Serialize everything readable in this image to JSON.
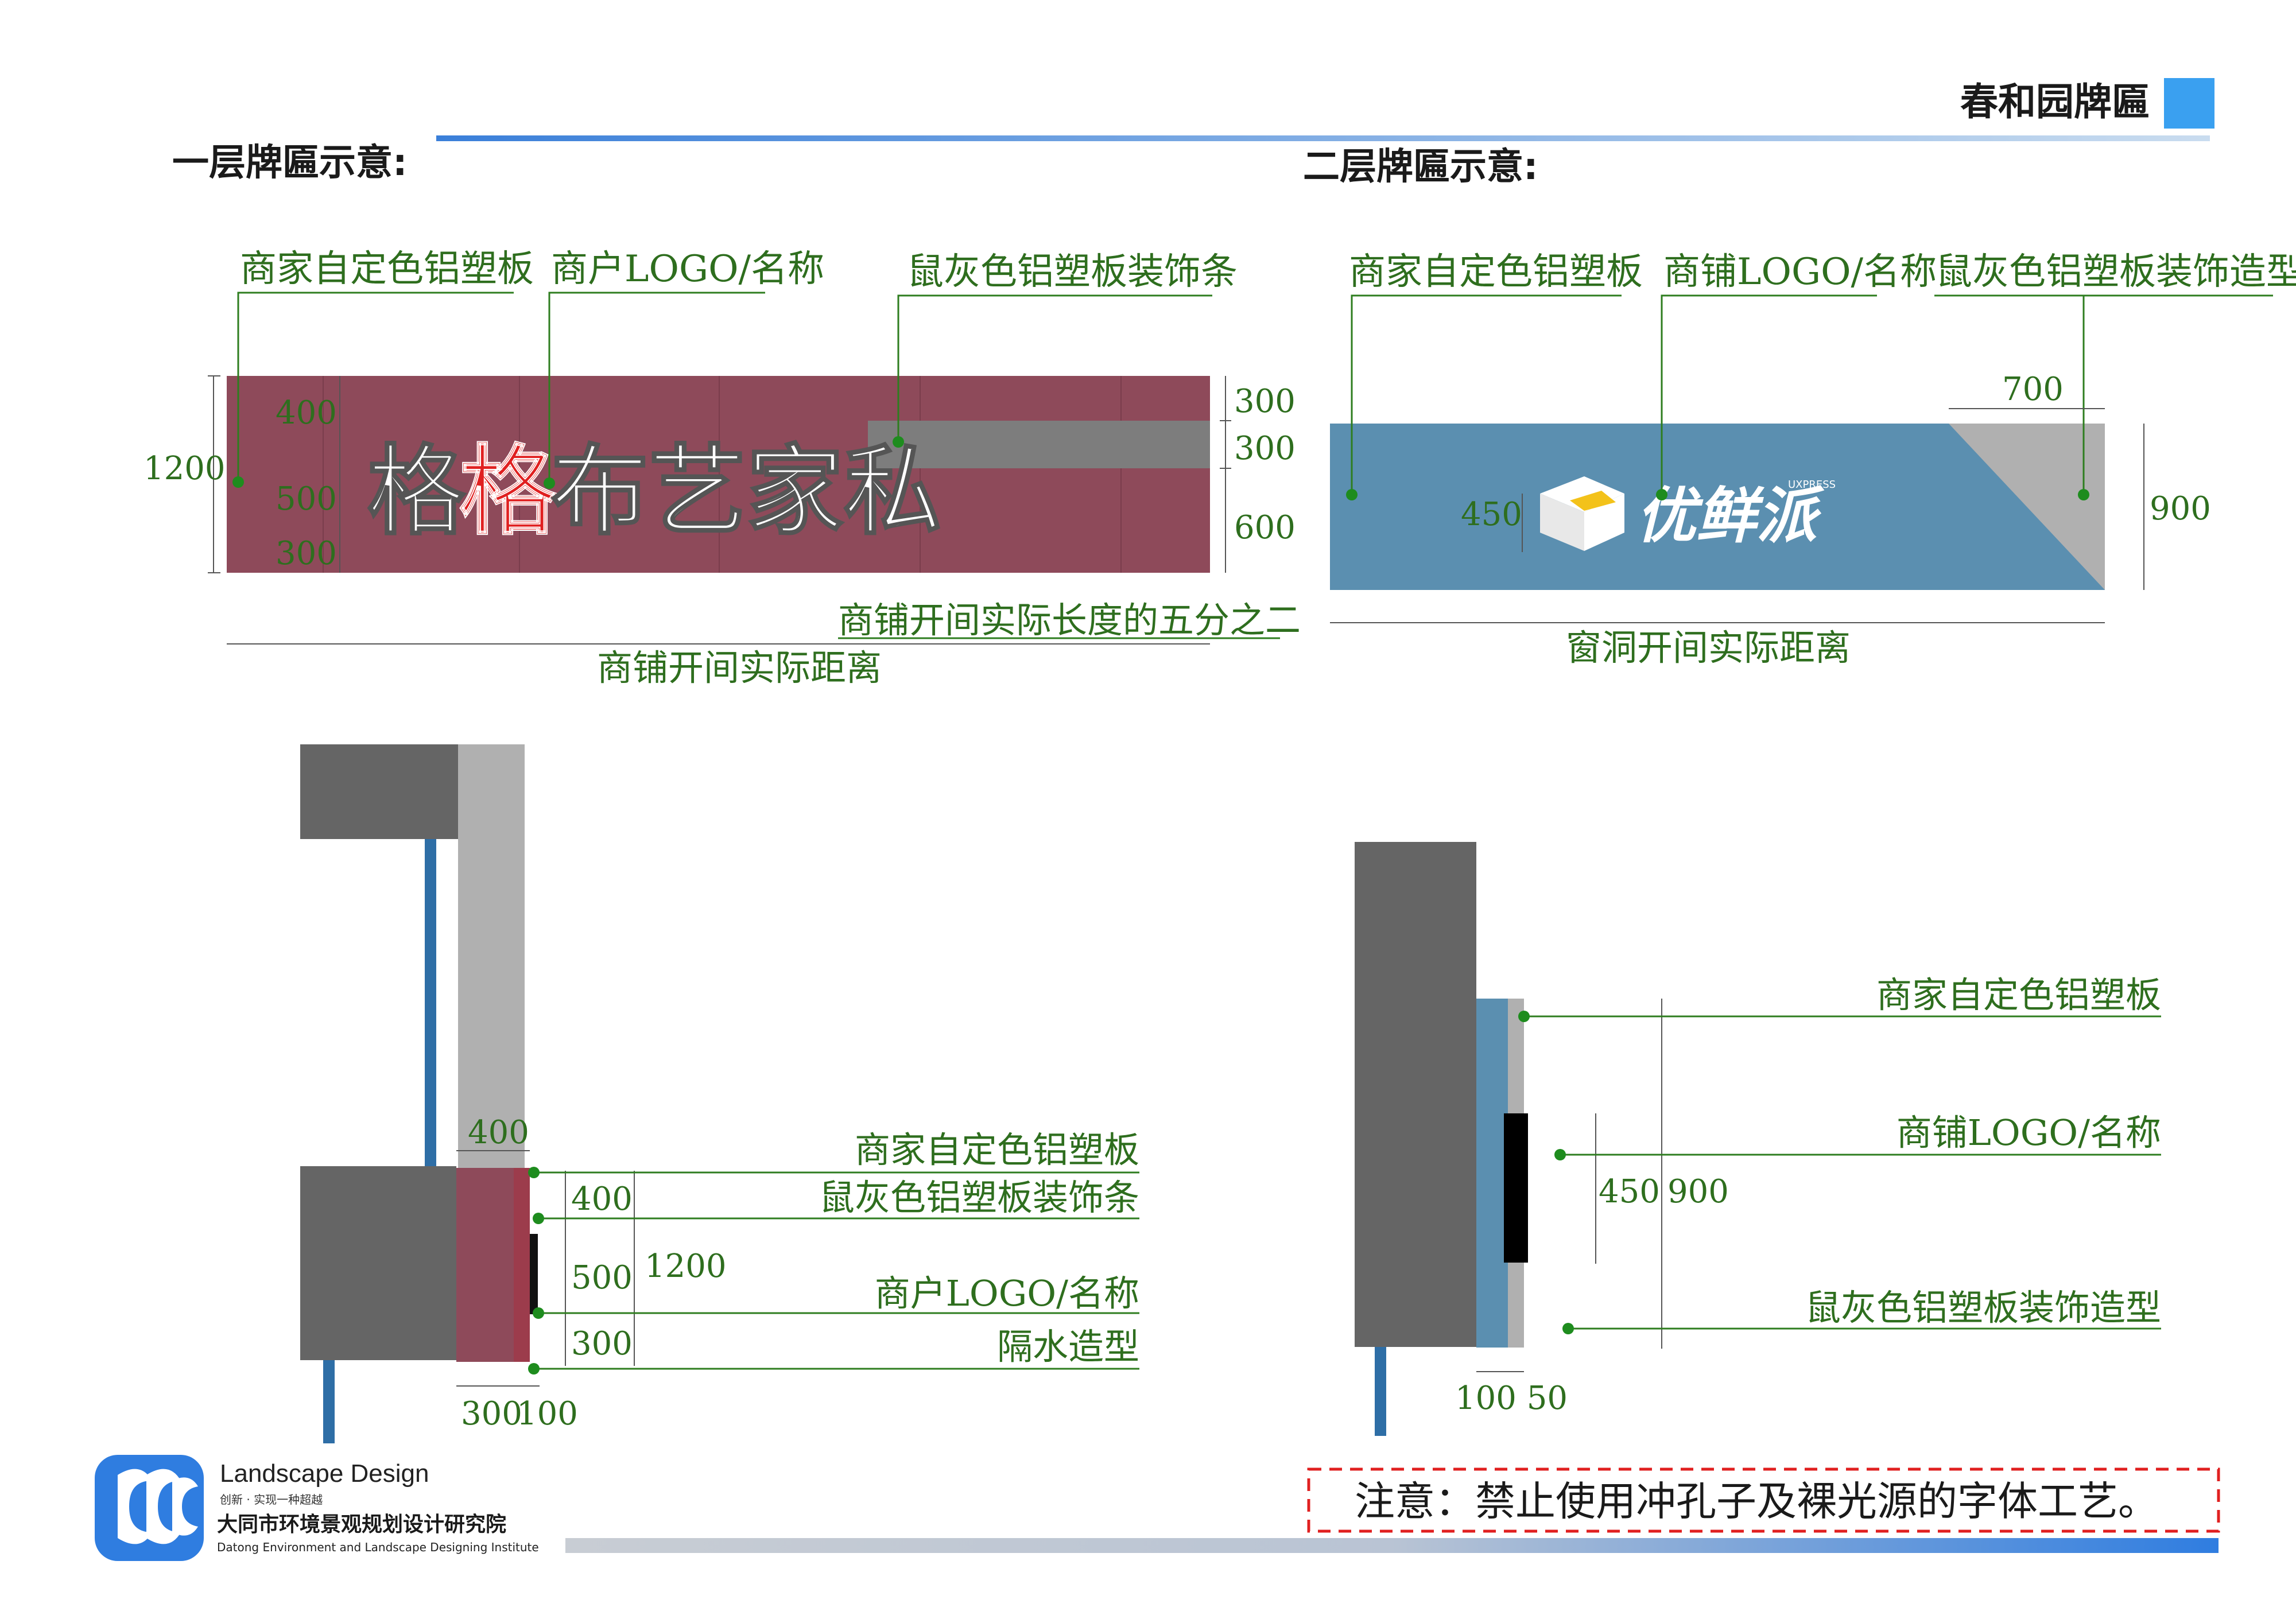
{
  "header": {
    "title": "春和园牌匾",
    "accent_color": "#3aa0f0",
    "bar_color": "#3a7fd9"
  },
  "sections": {
    "floor1_title": "一层牌匾示意:",
    "floor2_title": "二层牌匾示意:"
  },
  "floor1_front": {
    "callout_panel": "商家自定色铝塑板",
    "callout_logo": "商户LOGO/名称",
    "callout_strip": "鼠灰色铝塑板装饰条",
    "dim_total": "1200",
    "dim_left_top": "400",
    "dim_left_mid": "500",
    "dim_left_bot": "300",
    "dim_right_1": "300",
    "dim_right_2": "300",
    "dim_right_3": "600",
    "sign_text_1": "格",
    "sign_text_2": "格",
    "sign_text_3": "布艺家私",
    "note_strip_length": "商铺开间实际长度的五分之二",
    "note_width": "商铺开间实际距离",
    "panel_color": "#8e4a5a",
    "strip_color": "#7d7d7d"
  },
  "floor2_front": {
    "callout_panel": "商家自定色铝塑板",
    "callout_logo": "商铺LOGO/名称",
    "callout_shape": "鼠灰色铝塑板装饰造型",
    "dim_700": "700",
    "dim_450": "450",
    "dim_900": "900",
    "logo_text": "优鲜派",
    "logo_sub": "UXPRESS",
    "note_width": "窗洞开间实际距离",
    "panel_color": "#5b8fb0"
  },
  "floor1_section": {
    "dim_top_400": "400",
    "dim_400": "400",
    "dim_500": "500",
    "dim_300": "300",
    "dim_1200": "1200",
    "dim_bottom_300": "300",
    "dim_bottom_100": "100",
    "callout_panel": "商家自定色铝塑板",
    "callout_strip": "鼠灰色铝塑板装饰条",
    "callout_logo": "商户LOGO/名称",
    "callout_water": "隔水造型"
  },
  "floor2_section": {
    "callout_panel": "商家自定色铝塑板",
    "callout_logo": "商铺LOGO/名称",
    "callout_shape": "鼠灰色铝塑板装饰造型",
    "dim_450": "450",
    "dim_900": "900",
    "dim_bottom": "100 50"
  },
  "notice": "注意：禁止使用冲孔子及裸光源的字体工艺。",
  "footer": {
    "brand_en": "Landscape Design",
    "slogan": "创新 · 实现一种超越",
    "org_cn": "大同市环境景观规划设计研究院",
    "org_en": "Datong Environment and Landscape Designing Institute"
  }
}
